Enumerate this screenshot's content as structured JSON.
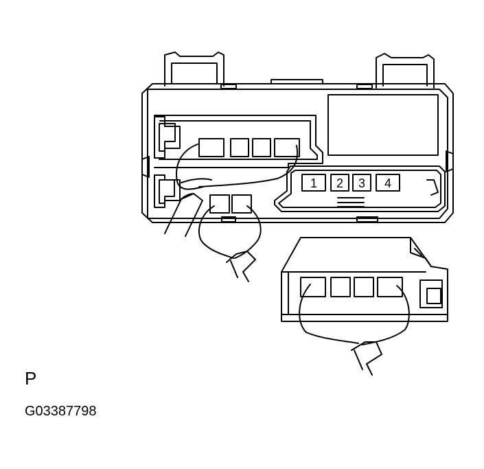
{
  "diagram": {
    "terminals": [
      "1",
      "2",
      "3",
      "4"
    ],
    "view_letter": "P",
    "figure_code": "G03387798"
  }
}
